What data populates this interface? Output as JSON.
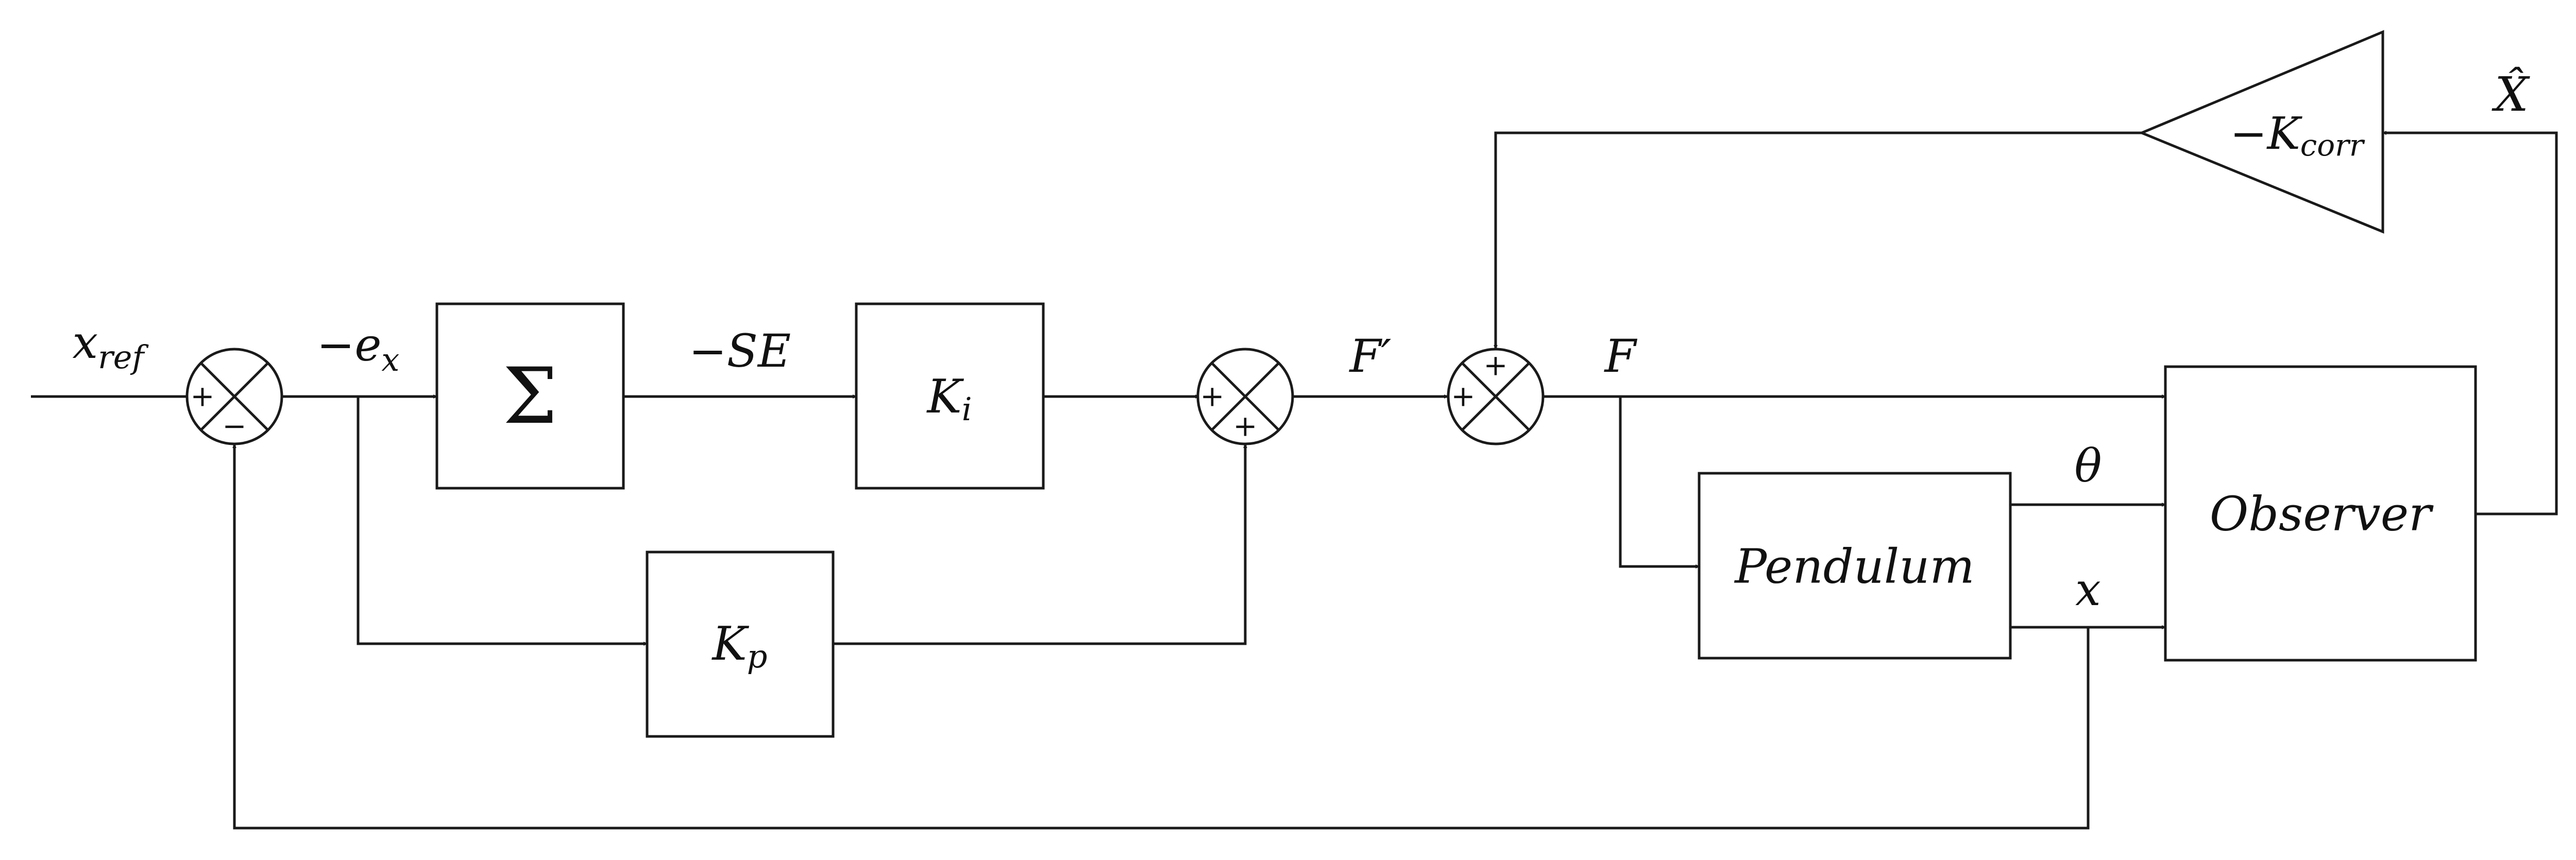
{
  "signals": {
    "x_ref": {
      "base": "x",
      "sub": "ref"
    },
    "neg_ex": {
      "base": "−e",
      "sub": "x"
    },
    "neg_se": "−SE",
    "f_prime": "F′",
    "f": "F",
    "theta": "θ",
    "x": "x",
    "x_hat": "X̂"
  },
  "blocks": {
    "sum": "Σ",
    "ki": {
      "base": "K",
      "sub": "i"
    },
    "kp": {
      "base": "K",
      "sub": "p"
    },
    "pendulum": "Pendulum",
    "observer": "Observer",
    "kcorr": {
      "base": "−K",
      "sub": "corr"
    }
  },
  "junctions": {
    "j1": {
      "left": "+",
      "bottom": "−"
    },
    "j2": {
      "left": "+",
      "bottom": "+"
    },
    "j3": {
      "left": "+",
      "top": "+"
    }
  }
}
